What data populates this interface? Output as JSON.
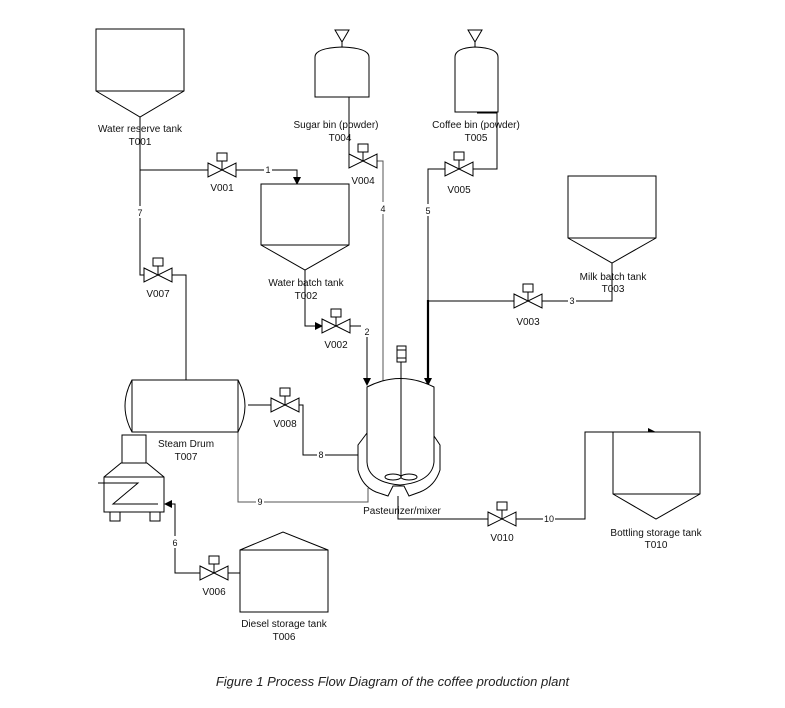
{
  "diagram": {
    "type": "process-flow-diagram",
    "caption": "Figure 1 Process Flow Diagram of the coffee production plant",
    "equipment": {
      "T001": {
        "name": "Water reserve tank",
        "tag": "T001"
      },
      "T002": {
        "name": "Water batch tank",
        "tag": "T002"
      },
      "T003": {
        "name": "Milk batch tank",
        "tag": "T003"
      },
      "T004": {
        "name": "Sugar bin (powder)",
        "tag": "T004"
      },
      "T005": {
        "name": "Coffee bin (powder)",
        "tag": "T005"
      },
      "T006": {
        "name": "Diesel storage tank",
        "tag": "T006"
      },
      "T007": {
        "name": "Steam Drum",
        "tag": "T007"
      },
      "T010": {
        "name": "Bottling storage tank",
        "tag": "T010"
      },
      "mixer": {
        "name": "Pasteurizer/mixer"
      },
      "boiler": {
        "name": "Boiler/furnace"
      }
    },
    "valves": [
      "V001",
      "V002",
      "V003",
      "V004",
      "V005",
      "V006",
      "V007",
      "V008",
      "V010"
    ],
    "streams": [
      {
        "id": "1",
        "from": "T001",
        "to": "T002",
        "via": "V001"
      },
      {
        "id": "2",
        "from": "T002",
        "to": "Pasteurizer/mixer",
        "via": "V002"
      },
      {
        "id": "3",
        "from": "T003",
        "to": "Pasteurizer/mixer",
        "via": "V003"
      },
      {
        "id": "4",
        "from": "T004",
        "to": "Pasteurizer/mixer",
        "via": "V004"
      },
      {
        "id": "5",
        "from": "T005",
        "to": "Pasteurizer/mixer",
        "via": "V005"
      },
      {
        "id": "6",
        "from": "T006",
        "to": "Boiler",
        "via": "V006"
      },
      {
        "id": "7",
        "from": "T001",
        "to": "T007",
        "via": "V007"
      },
      {
        "id": "8",
        "from": "T007",
        "to": "Pasteurizer/mixer jacket",
        "via": "V008"
      },
      {
        "id": "9",
        "from": "Pasteurizer/mixer jacket",
        "to": "T007"
      },
      {
        "id": "10",
        "from": "Pasteurizer/mixer",
        "to": "T010",
        "via": "V010"
      }
    ]
  }
}
